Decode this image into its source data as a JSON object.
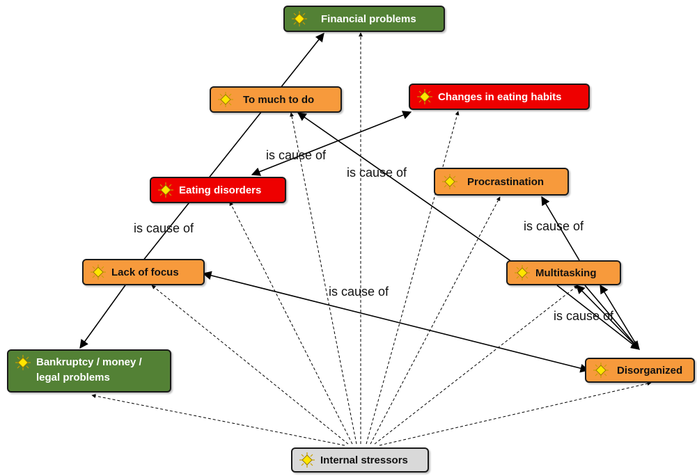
{
  "nodes": {
    "financial": "Financial problems",
    "tomuch": "To much to do",
    "changes": "Changes in eating habits",
    "eating": "Eating disorders",
    "procrastination": "Procrastination",
    "lackfocus": "Lack of focus",
    "multitasking": "Multitasking",
    "bankruptcy": "Bankruptcy  / money / legal problems",
    "disorganized": "Disorganized",
    "internal": "Internal stressors"
  },
  "edge_labels": {
    "l1": "is cause of",
    "l2": "is cause of",
    "l3": "is cause of",
    "l4": "is cause of",
    "l5": "is cause of",
    "l6": "is cause of"
  },
  "colors": {
    "green": "#538135",
    "orange": "#f79a3c",
    "red": "#ee0000",
    "gray": "#d9d9d9"
  },
  "icon": "concept-icon"
}
